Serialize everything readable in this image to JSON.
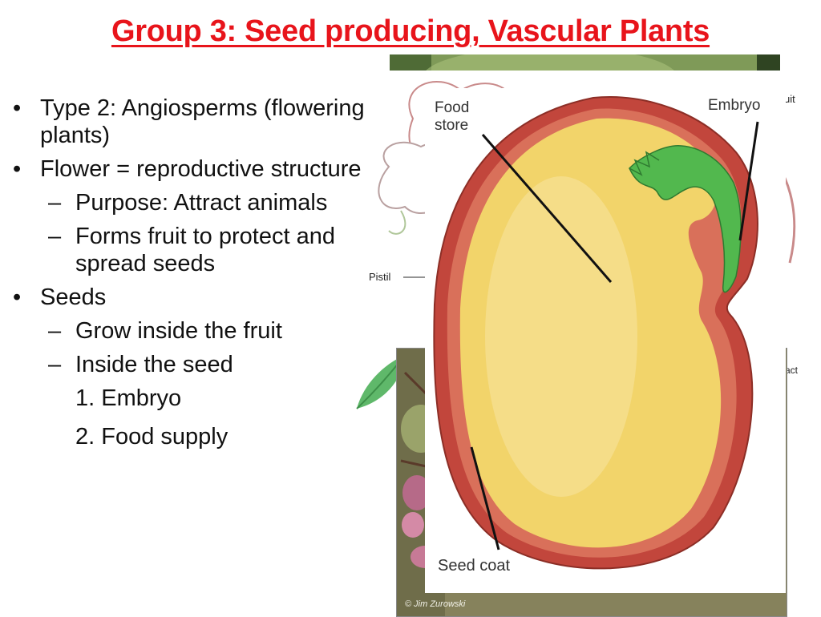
{
  "slide": {
    "title": "Group 3: Seed producing, Vascular Plants",
    "bullets": {
      "b1": "Type 2: Angiosperms (flowering plants)",
      "b2": "Flower = reproductive structure",
      "b2_sub1": "Purpose: Attract animals",
      "b2_sub2": "Forms fruit to protect and spread seeds",
      "b3": "Seeds",
      "b3_sub1": "Grow inside the fruit",
      "b3_sub2": "Inside the seed",
      "b3_item1": "1. Embryo",
      "b3_item2": "2. Food supply",
      "bullet_glyph": "•",
      "dash_glyph": "–"
    }
  },
  "flower_diagram": {
    "label_pistil": "Pistil",
    "label_fruit_partial": "uit",
    "label_attract_partial": "ract"
  },
  "seed_diagram": {
    "label_food_store": "Food\nstore",
    "label_food_line1": "Food",
    "label_food_line2": "store",
    "label_embryo": "Embryo",
    "label_seed_coat": "Seed coat",
    "credit": "© Jim Zurowski"
  },
  "colors": {
    "title": "#e8141b",
    "seed_coat": "#c2463c",
    "seed_fill": "#f2d46a",
    "embryo": "#52b84e"
  }
}
